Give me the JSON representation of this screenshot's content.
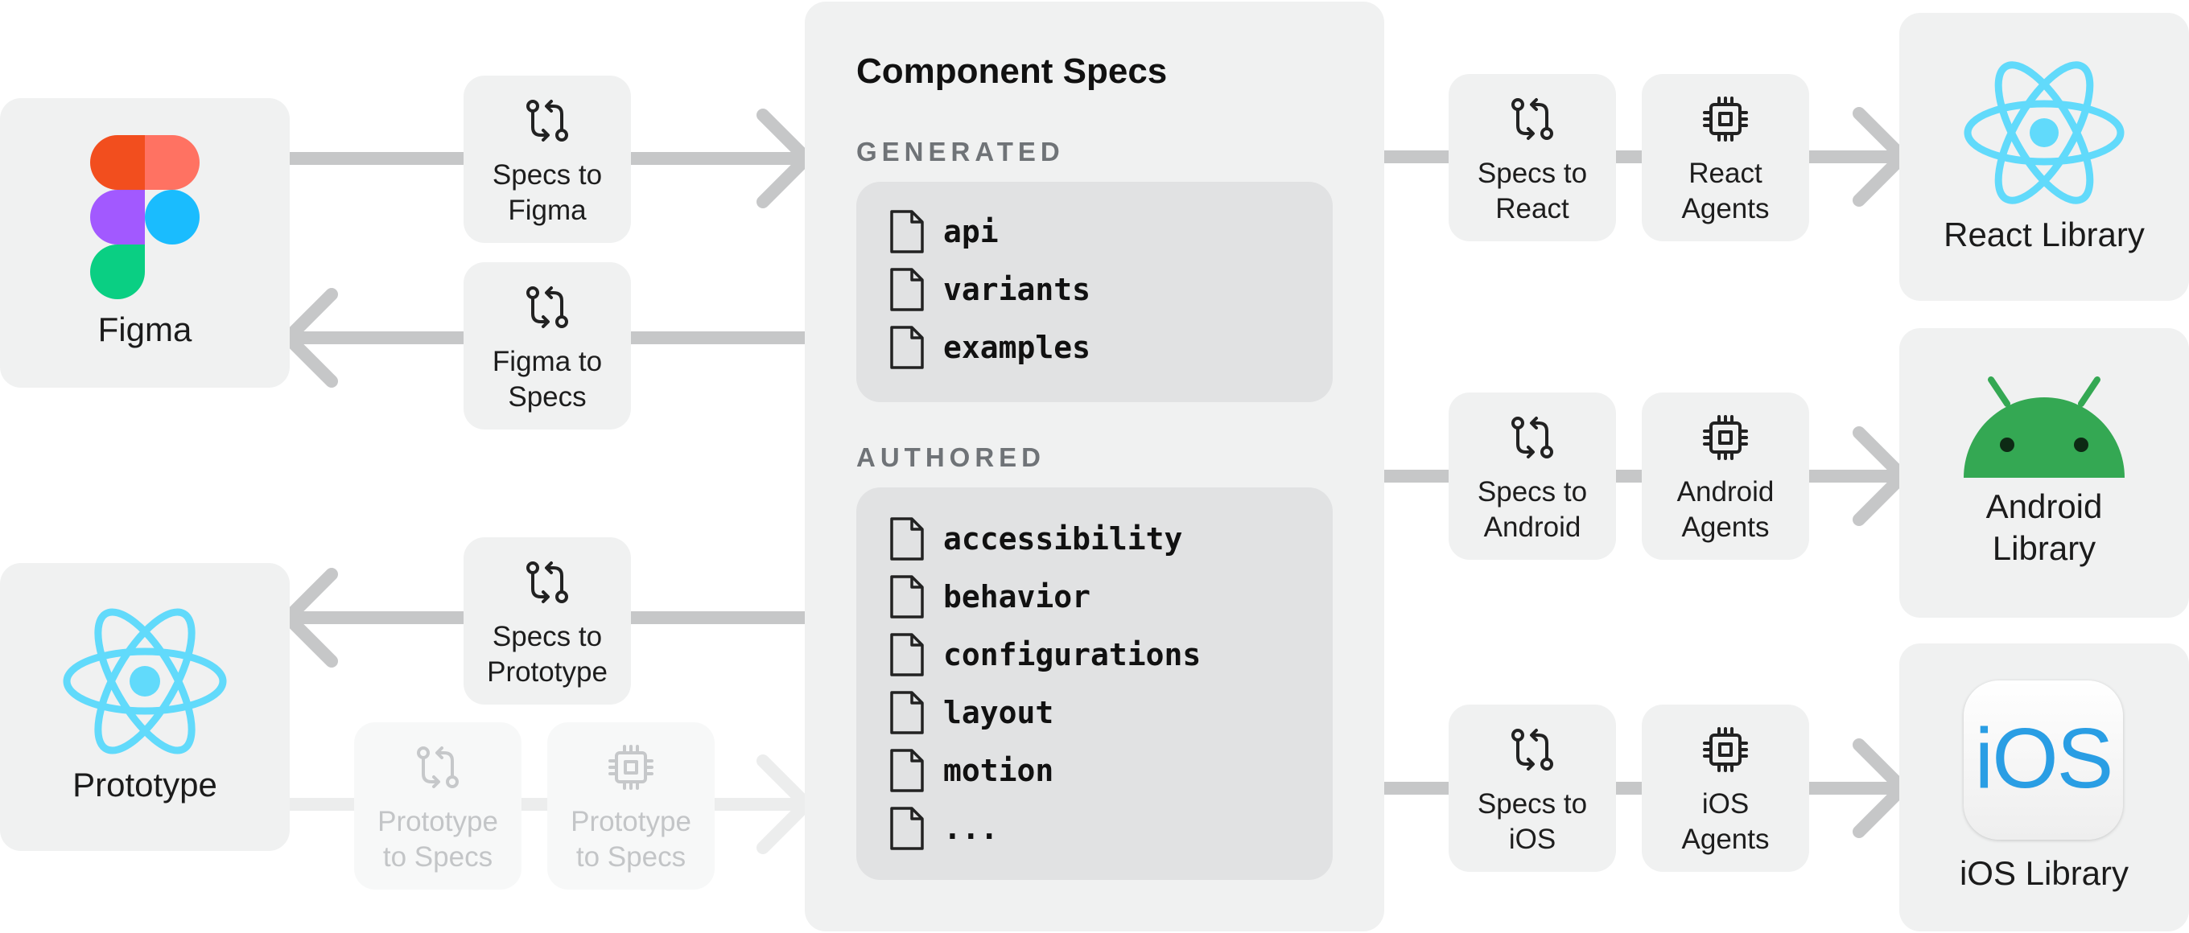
{
  "colors": {
    "box": "#f0f1f1",
    "list_bg": "#e1e2e3",
    "arrow": "#c6c7c8",
    "arrow_faded": "#eceded",
    "icon_stroke": "#222222",
    "react_blue": "#61dafb",
    "android_green": "#34a853"
  },
  "sources": {
    "figma": {
      "label": "Figma",
      "icon": "figma-logo"
    },
    "prototype": {
      "label": "Prototype",
      "icon": "react-logo"
    }
  },
  "left_steps": {
    "specs_to_figma": {
      "label": "Specs to\nFigma",
      "icon": "git-compare-icon"
    },
    "figma_to_specs": {
      "label": "Figma to\nSpecs",
      "icon": "git-compare-icon"
    },
    "specs_to_prototype": {
      "label": "Specs to\nPrototype",
      "icon": "git-compare-icon"
    },
    "prototype_to_specs_sync": {
      "label": "Prototype\nto Specs",
      "icon": "git-compare-icon",
      "faded": true
    },
    "prototype_to_specs_agents": {
      "label": "Prototype\nto Specs",
      "icon": "cpu-chip-icon",
      "faded": true
    }
  },
  "component_specs": {
    "title": "Component Specs",
    "generated": {
      "heading": "GENERATED",
      "files": [
        "api",
        "variants",
        "examples"
      ]
    },
    "authored": {
      "heading": "AUTHORED",
      "files": [
        "accessibility",
        "behavior",
        "configurations",
        "layout",
        "motion",
        "..."
      ]
    }
  },
  "right_steps": {
    "react": {
      "sync": "Specs to\nReact",
      "agents": "React\nAgents"
    },
    "android": {
      "sync": "Specs to\nAndroid",
      "agents": "Android\nAgents"
    },
    "ios": {
      "sync": "Specs to\niOS",
      "agents": "iOS\nAgents"
    }
  },
  "targets": {
    "react": {
      "label": "React Library",
      "icon": "react-logo"
    },
    "android": {
      "label": "Android\nLibrary",
      "icon": "android-logo"
    },
    "ios": {
      "label": "iOS Library",
      "icon": "ios-app-icon",
      "icon_text": "iOS"
    }
  }
}
